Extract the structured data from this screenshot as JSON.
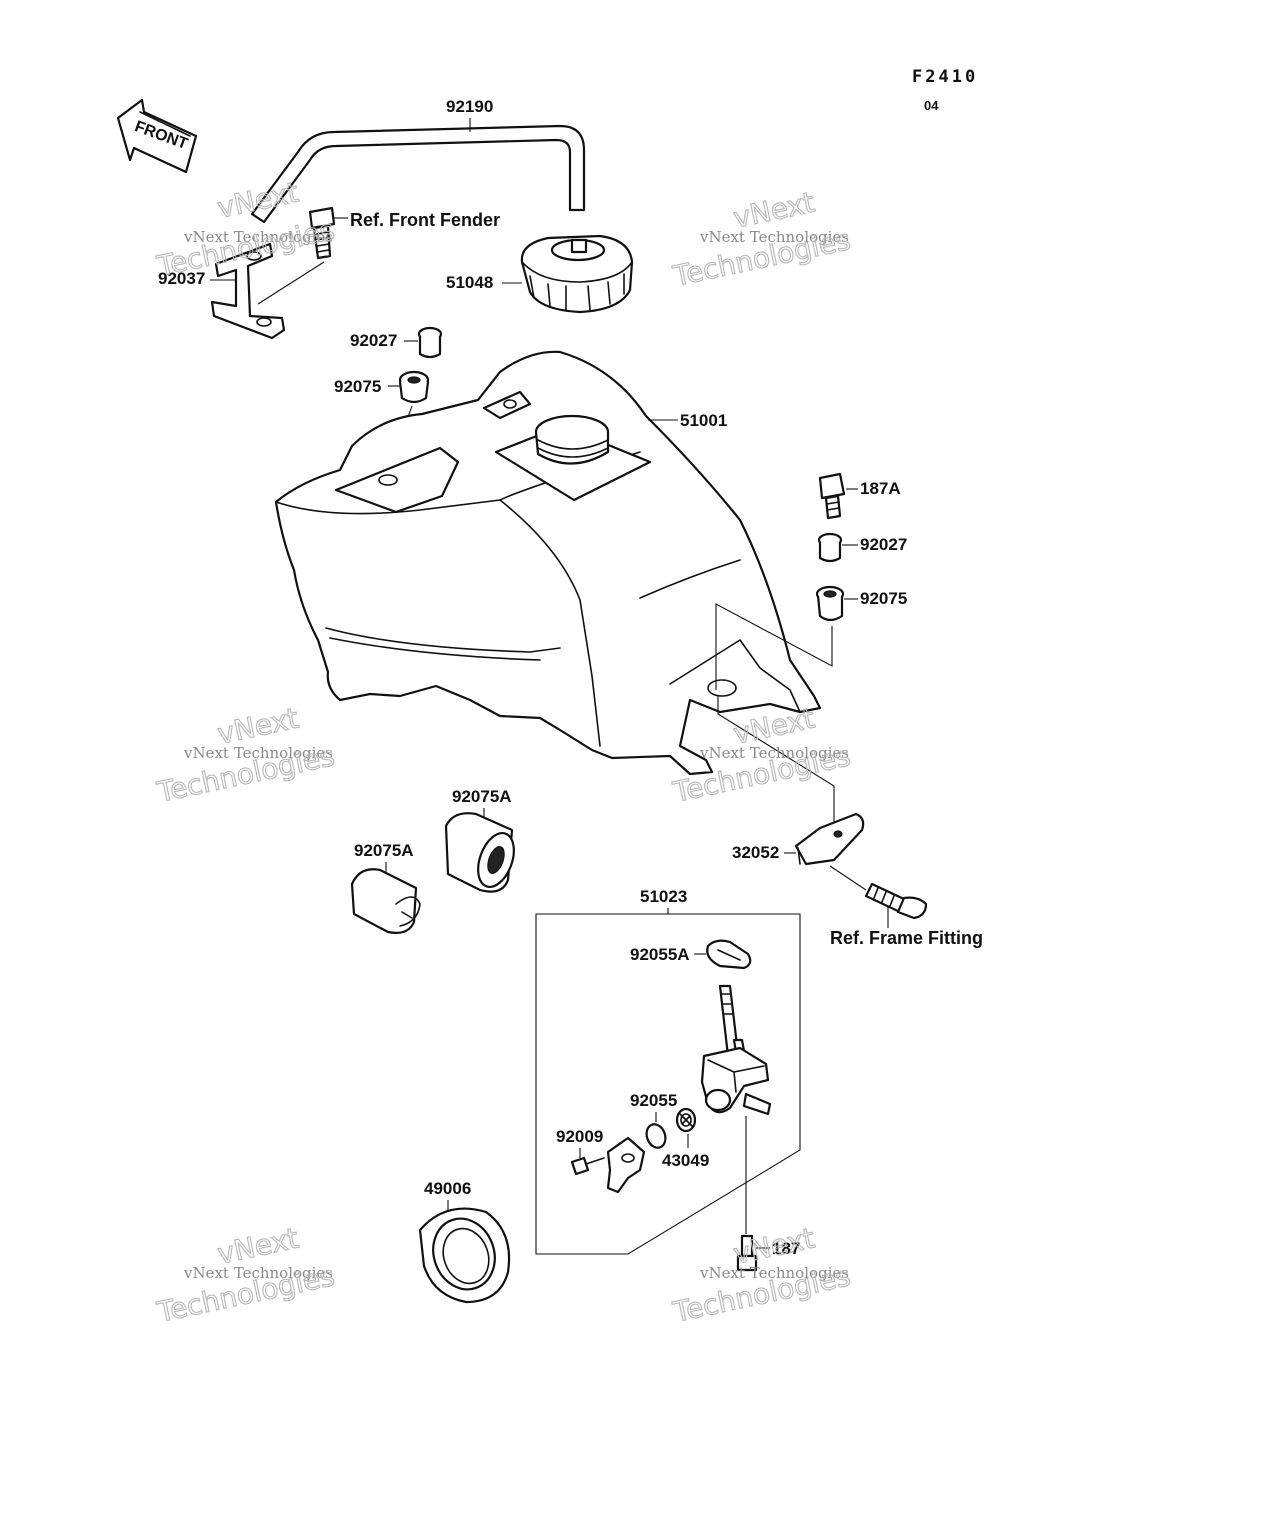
{
  "figure_code": "F2410",
  "figure_rev": "04",
  "front_label": "FRONT",
  "watermark": {
    "line1": "vNext Technologies",
    "line2": "vNext",
    "line3": "Technologies"
  },
  "parts": {
    "p92190": "92190",
    "p92037": "92037",
    "ref_front_fender": "Ref. Front Fender",
    "p51048": "51048",
    "p92027_top": "92027",
    "p92075_top": "92075",
    "p51001": "51001",
    "p187A": "187A",
    "p92027_right": "92027",
    "p92075_right": "92075",
    "p92075A_upper": "92075A",
    "p92075A_lower": "92075A",
    "p32052": "32052",
    "ref_frame_fitting": "Ref. Frame Fitting",
    "p51023": "51023",
    "p92055A": "92055A",
    "p92055": "92055",
    "p92009": "92009",
    "p43049": "43049",
    "p49006": "49006",
    "p187": "187"
  }
}
